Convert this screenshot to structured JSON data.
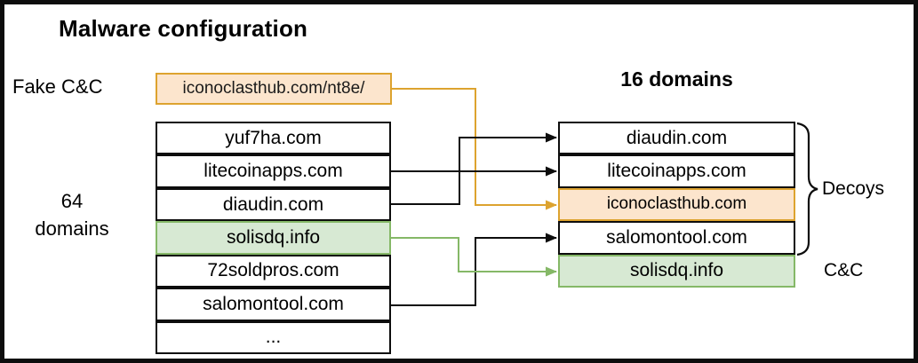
{
  "title": "Malware configuration",
  "labels": {
    "fake_cc": "Fake C&C",
    "left_count_line1": "64",
    "left_count_line2": "domains",
    "right_count": "16 domains",
    "decoys": "Decoys",
    "cc": "C&C"
  },
  "fake_cc_box": {
    "domain": "iconoclasthub.com/nt8e/"
  },
  "left_list": {
    "rows": [
      {
        "label": "yuf7ha.com",
        "highlight": "none"
      },
      {
        "label": "litecoinapps.com",
        "highlight": "none"
      },
      {
        "label": "diaudin.com",
        "highlight": "none"
      },
      {
        "label": "solisdq.info",
        "highlight": "green"
      },
      {
        "label": "72soldpros.com",
        "highlight": "none"
      },
      {
        "label": "salomontool.com",
        "highlight": "none"
      },
      {
        "label": "...",
        "highlight": "none"
      }
    ]
  },
  "right_list": {
    "rows": [
      {
        "label": "diaudin.com",
        "highlight": "none",
        "role": "decoy"
      },
      {
        "label": "litecoinapps.com",
        "highlight": "none",
        "role": "decoy"
      },
      {
        "label": "iconoclasthub.com",
        "highlight": "orange",
        "role": "decoy"
      },
      {
        "label": "salomontool.com",
        "highlight": "none",
        "role": "decoy"
      },
      {
        "label": "solisdq.info",
        "highlight": "green",
        "role": "cc"
      }
    ]
  },
  "connections": [
    {
      "from": "iconoclasthub.com/nt8e/",
      "to": "iconoclasthub.com",
      "color": "orange"
    },
    {
      "from": "litecoinapps.com",
      "to": "litecoinapps.com",
      "color": "black"
    },
    {
      "from": "diaudin.com",
      "to": "diaudin.com",
      "color": "black"
    },
    {
      "from": "salomontool.com",
      "to": "salomontool.com",
      "color": "black"
    },
    {
      "from": "solisdq.info",
      "to": "solisdq.info",
      "color": "green"
    }
  ],
  "colors": {
    "orange_stroke": "#DDA32F",
    "orange_fill": "#FCE5CD",
    "green_stroke": "#85B867",
    "green_fill": "#D7E9D3",
    "line_black": "#0d0d0d"
  }
}
